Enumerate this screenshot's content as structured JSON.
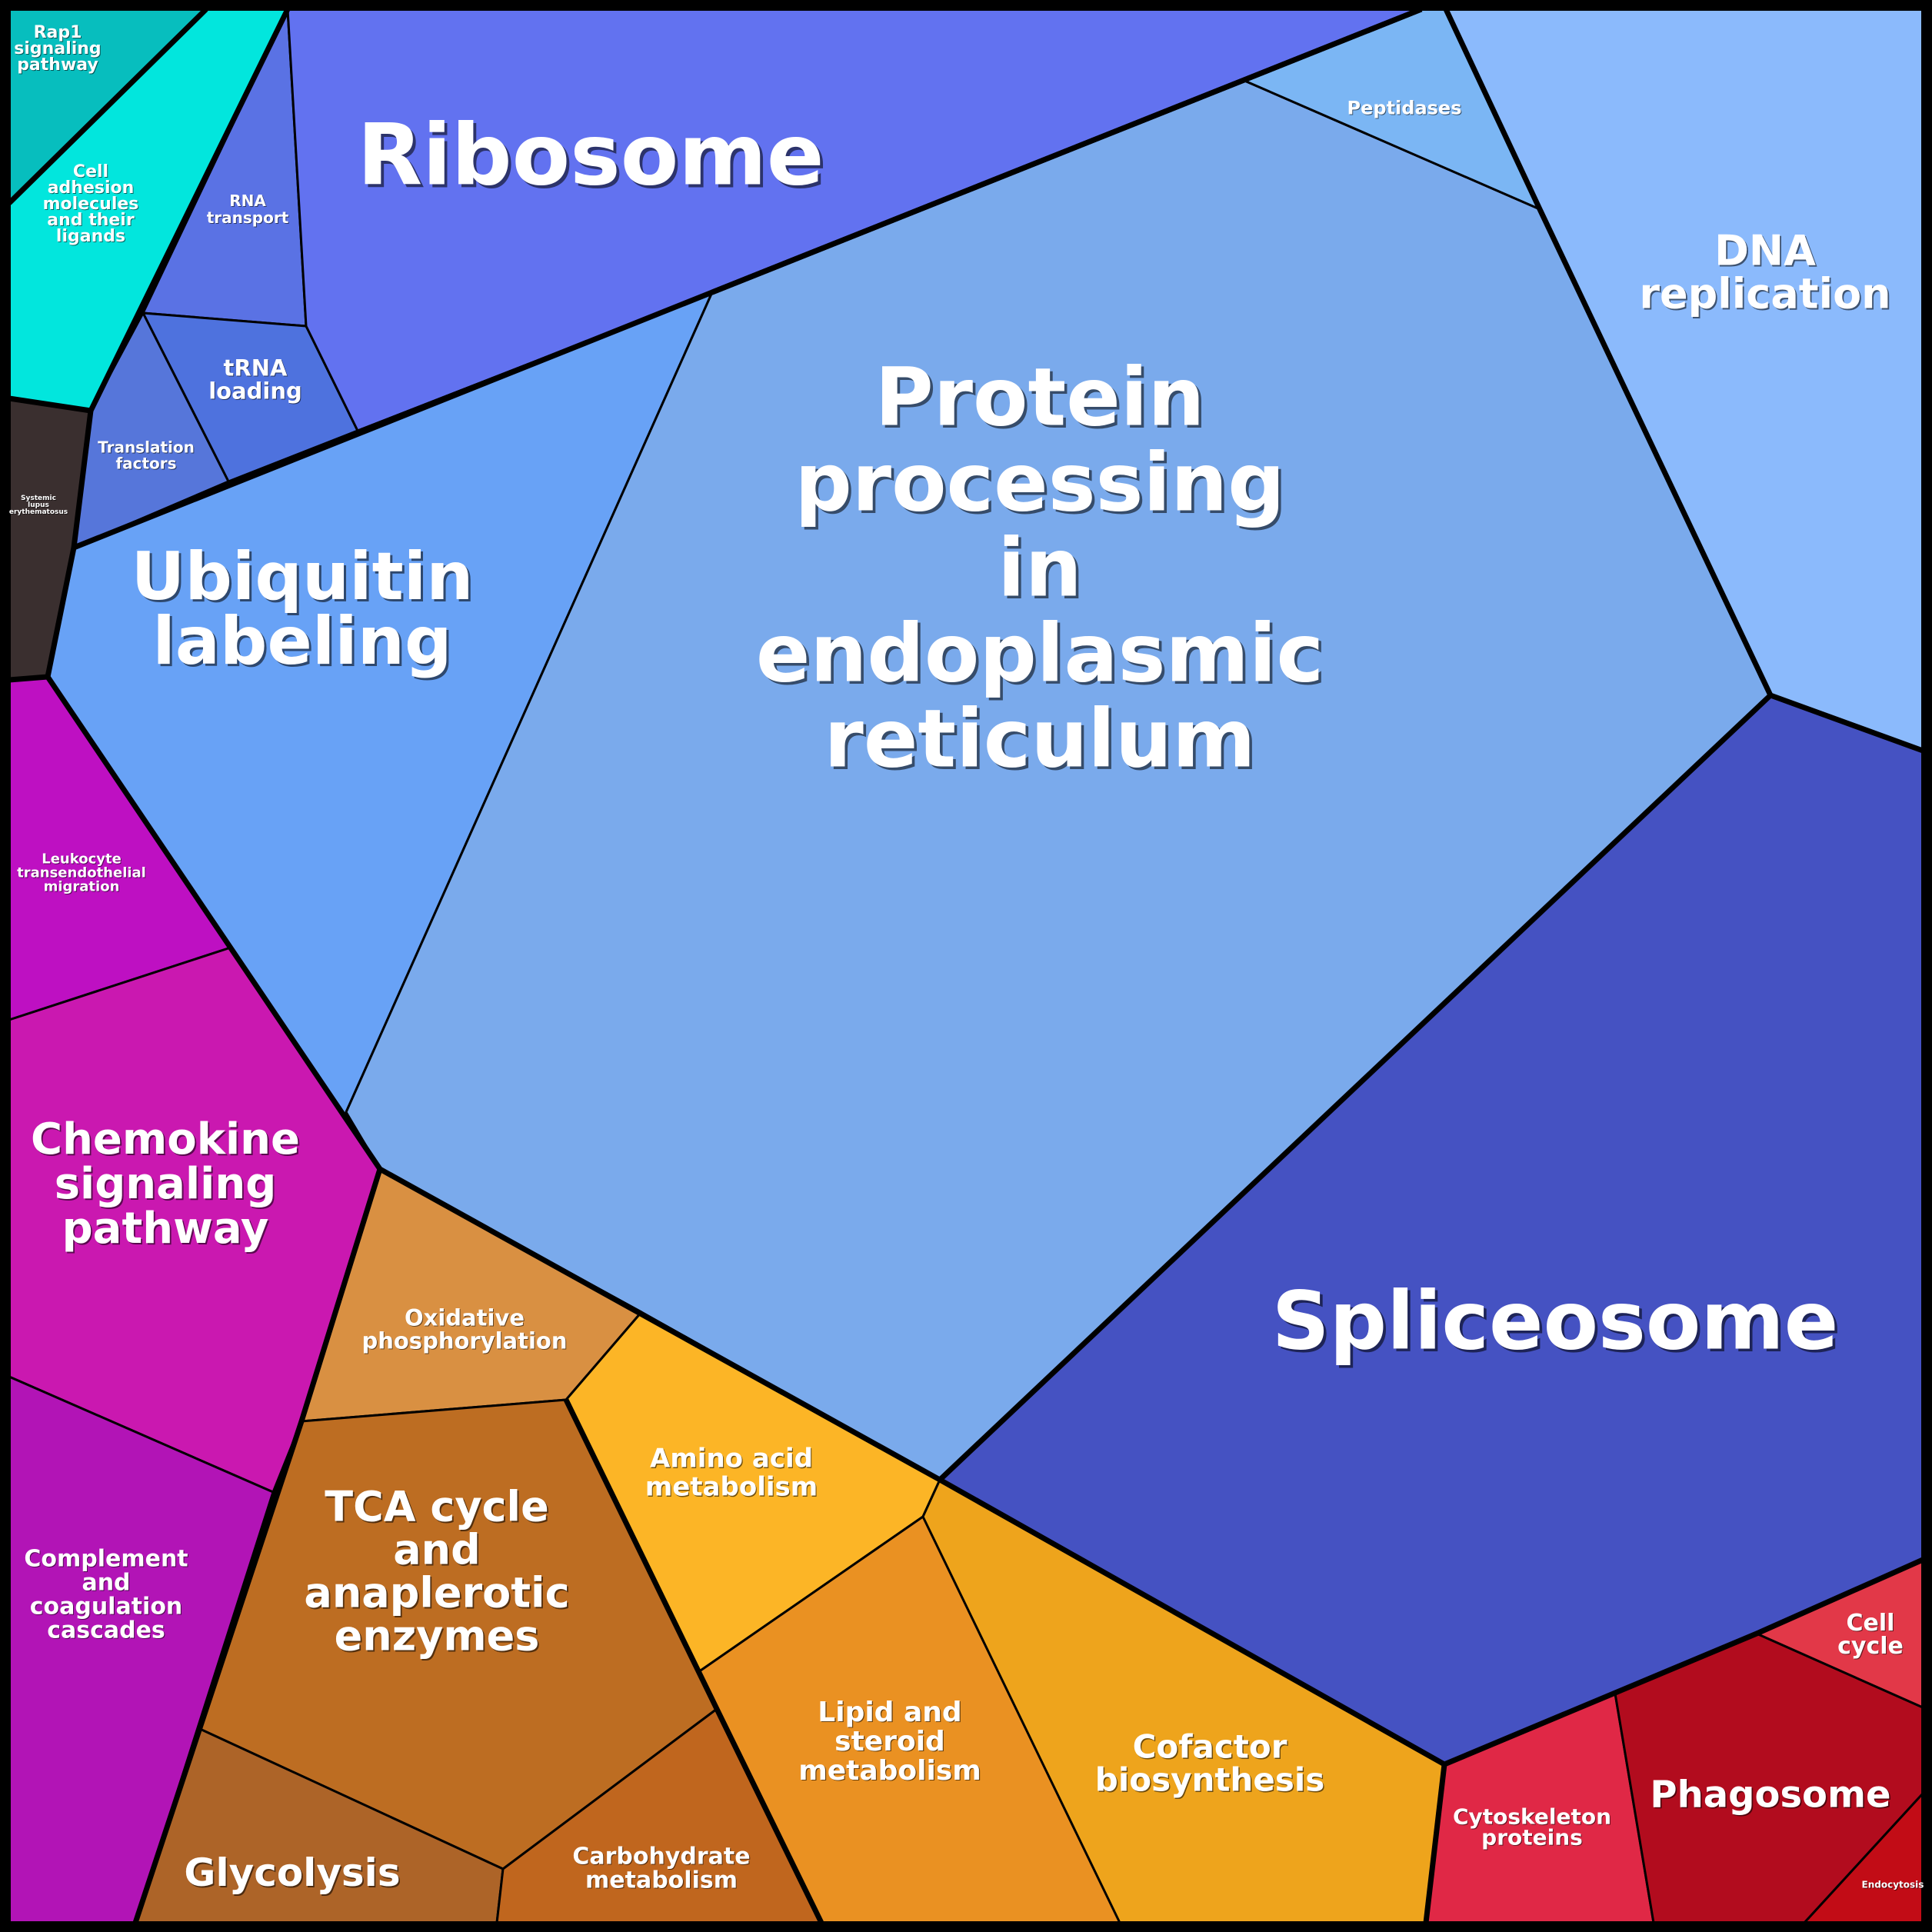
{
  "title": "Proteomics pathway Voronoi treemap",
  "cells": [
    {
      "id": "rap1",
      "label": [
        "Rap1",
        "signaling",
        "pathway"
      ],
      "color": "#07BEBE",
      "group": "signaling-cyan"
    },
    {
      "id": "cell-adhesion",
      "label": [
        "Cell",
        "adhesion",
        "molecules",
        "and their",
        "ligands"
      ],
      "color": "#02E6DD",
      "group": "signaling-cyan"
    },
    {
      "id": "systemic-lupus",
      "label": [
        "Systemic",
        "lupus",
        "erythematosus"
      ],
      "color": "#3A2F2F",
      "group": "disease"
    },
    {
      "id": "rna-transport",
      "label": [
        "RNA",
        "transport"
      ],
      "color": "#5A72E4",
      "group": "genetic-info"
    },
    {
      "id": "trna-loading",
      "label": [
        "tRNA",
        "loading"
      ],
      "color": "#4E72DE",
      "group": "genetic-info"
    },
    {
      "id": "translation-factors",
      "label": [
        "Translation",
        "factors"
      ],
      "color": "#5676DA",
      "group": "genetic-info"
    },
    {
      "id": "ribosome",
      "label": [
        "Ribosome"
      ],
      "color": "#6272F0",
      "group": "genetic-info"
    },
    {
      "id": "ubiquitin-labeling",
      "label": [
        "Ubiquitin",
        "labeling"
      ],
      "color": "#68A2F6",
      "group": "protein"
    },
    {
      "id": "protein-processing-er",
      "label": [
        "Protein",
        "processing",
        "in",
        "endoplasmic",
        "reticulum"
      ],
      "color": "#7AAAEC",
      "group": "protein"
    },
    {
      "id": "peptidases",
      "label": [
        "Peptidases"
      ],
      "color": "#7BB6F4",
      "group": "protein"
    },
    {
      "id": "dna-replication",
      "label": [
        "DNA",
        "replication"
      ],
      "color": "#8BBAFC",
      "group": "dna"
    },
    {
      "id": "spliceosome",
      "label": [
        "Spliceosome"
      ],
      "color": "#4552C2",
      "group": "rna-processing"
    },
    {
      "id": "leukocyte-migration",
      "label": [
        "Leukocyte",
        "transendothelial",
        "migration"
      ],
      "color": "#BE10C2",
      "group": "immune"
    },
    {
      "id": "chemokine-signaling",
      "label": [
        "Chemokine",
        "signaling",
        "pathway"
      ],
      "color": "#CA18B0",
      "group": "immune"
    },
    {
      "id": "complement-coagulation",
      "label": [
        "Complement",
        "and",
        "coagulation",
        "cascades"
      ],
      "color": "#B214B6",
      "group": "immune"
    },
    {
      "id": "oxidative-phosphorylation",
      "label": [
        "Oxidative",
        "phosphorylation"
      ],
      "color": "#D99042",
      "group": "metabolism"
    },
    {
      "id": "tca-cycle",
      "label": [
        "TCA cycle",
        "and",
        "anaplerotic",
        "enzymes"
      ],
      "color": "#BD6D22",
      "group": "metabolism"
    },
    {
      "id": "glycolysis",
      "label": [
        "Glycolysis"
      ],
      "color": "#AD6428",
      "group": "metabolism"
    },
    {
      "id": "carbohydrate-metabolism",
      "label": [
        "Carbohydrate",
        "metabolism"
      ],
      "color": "#C0661E",
      "group": "metabolism"
    },
    {
      "id": "amino-acid-metabolism",
      "label": [
        "Amino acid",
        "metabolism"
      ],
      "color": "#FCB526",
      "group": "metabolism"
    },
    {
      "id": "lipid-steroid-metabolism",
      "label": [
        "Lipid and",
        "steroid",
        "metabolism"
      ],
      "color": "#EA9122",
      "group": "metabolism"
    },
    {
      "id": "cofactor-biosynthesis",
      "label": [
        "Cofactor",
        "biosynthesis"
      ],
      "color": "#EEA41C",
      "group": "metabolism"
    },
    {
      "id": "cytoskeleton-proteins",
      "label": [
        "Cytoskeleton",
        "proteins"
      ],
      "color": "#E02846",
      "group": "cellular"
    },
    {
      "id": "phagosome",
      "label": [
        "Phagosome"
      ],
      "color": "#B20C1E",
      "group": "cellular"
    },
    {
      "id": "cell-cycle",
      "label": [
        "Cell",
        "cycle"
      ],
      "color": "#E23848",
      "group": "cellular"
    },
    {
      "id": "endocytosis",
      "label": [
        "Endocytosis"
      ],
      "color": "#C20C16",
      "group": "cellular"
    }
  ]
}
